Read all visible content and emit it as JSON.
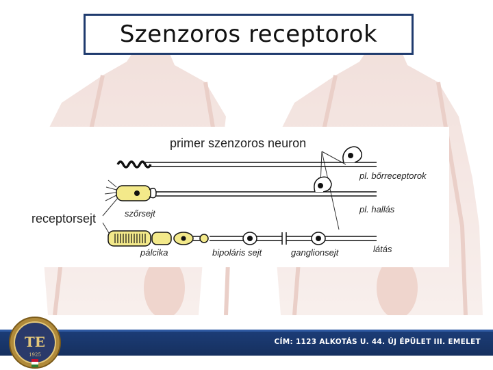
{
  "slide": {
    "title": "Szenzoros receptorok"
  },
  "diagram": {
    "header_label": "primer szenzoros neuron",
    "side_label": "receptorsejt",
    "row_labels": {
      "row1": "pl. bőrreceptorok",
      "row2": "pl. hallás",
      "row3": "látás"
    },
    "cell_labels": {
      "hair_cell": "szőrsejt",
      "rod": "pálcika",
      "bipolar": "bipoláris sejt",
      "ganglion": "ganglionsejt"
    }
  },
  "footer": {
    "address": "CÍM: 1123 ALKOTÁS U. 44. ÚJ ÉPÜLET III. EMELET"
  },
  "logo": {
    "initials": "TE",
    "year": "1925"
  },
  "colors": {
    "title_border": "#1f3b6e",
    "footer_bar": "#1c3d78",
    "cell_fill": "#f3e98a"
  }
}
